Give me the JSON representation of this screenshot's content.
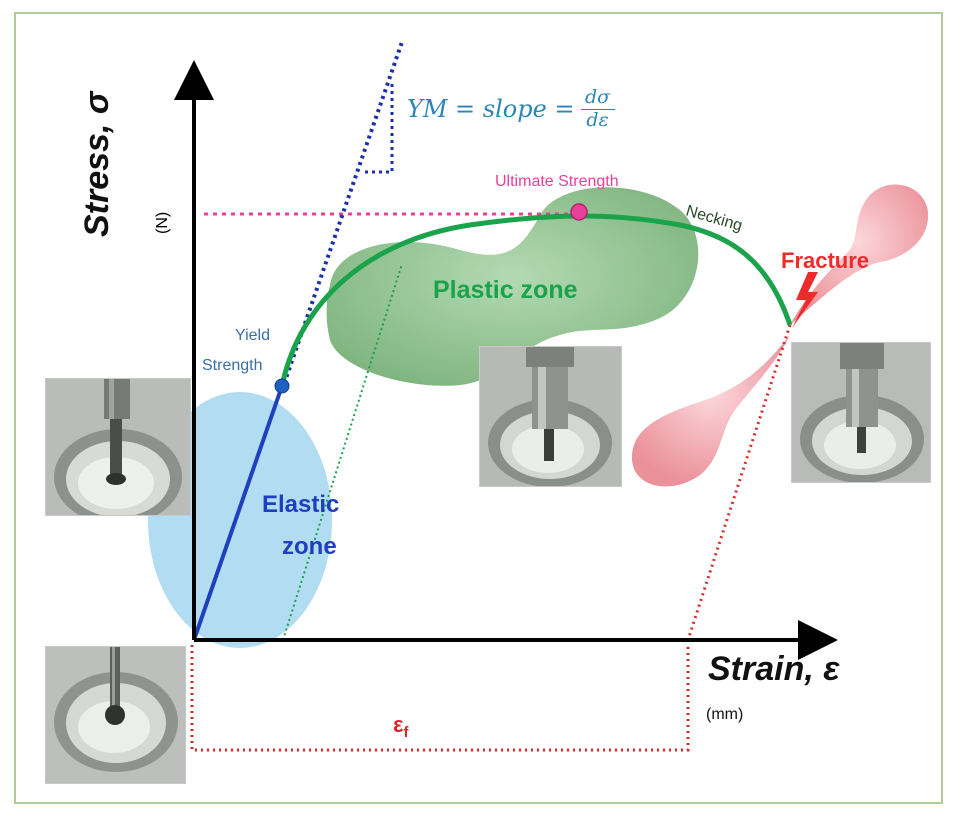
{
  "diagram": {
    "y_axis": {
      "title": "Stress, σ",
      "unit": "(N)"
    },
    "x_axis": {
      "title": "Strain, ε",
      "unit": "(mm)"
    },
    "formula": {
      "lhs": "YM = slope =",
      "numerator": "dσ",
      "denominator": "dε"
    },
    "labels": {
      "ultimate": "Ultimate Strength",
      "necking": "Necking",
      "fracture": "Fracture",
      "plastic": "Plastic zone",
      "yield_line1": "Yield",
      "yield_line2": "Strength",
      "elastic_line1": "Elastic",
      "elastic_line2": "zone",
      "strain_at_fracture": "ε",
      "strain_at_fracture_sub": "f"
    },
    "colors": {
      "elastic_line": "#1f3fbf",
      "modulus_tangent": "#1a2fa8",
      "plastic_curve": "#1aa34a",
      "ultimate": "#e8419a",
      "fracture": "#ee2b2b",
      "formula": "#2a86b4",
      "frame": "#b4c99a",
      "elastic_blob": "#a8d8f0",
      "plastic_blob": "#7fb87f",
      "fracture_blob": "#f0a0a8"
    },
    "icons": [
      "fracture-bolt-icon"
    ],
    "photos": [
      "specimen-photo-start",
      "specimen-photo-yield",
      "specimen-photo-necking",
      "specimen-photo-fracture"
    ]
  }
}
